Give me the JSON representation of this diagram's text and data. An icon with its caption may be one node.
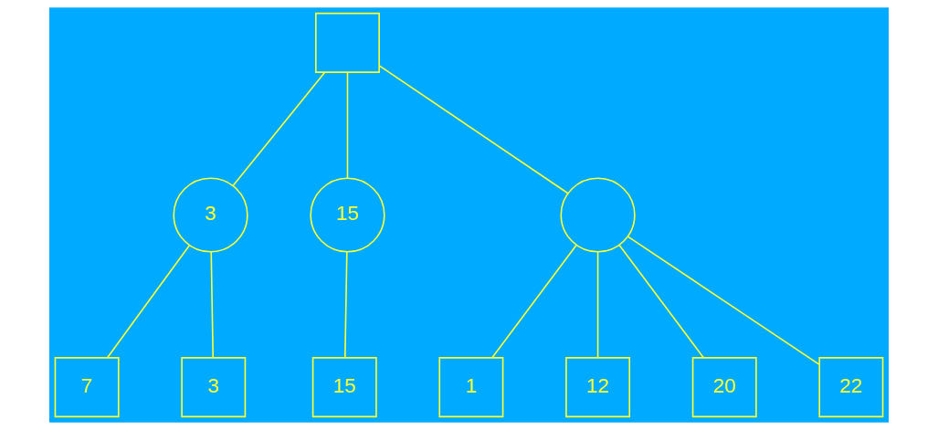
{
  "diagram": {
    "nodes": [
      {
        "text": [],
        "shape": "box"
      },
      {
        "text": [
          "3"
        ]
      },
      {
        "text": [
          "15"
        ]
      },
      {
        "text": [],
        "shape": "circle"
      },
      {
        "text": [
          "7"
        ]
      },
      {
        "text": [
          "3"
        ]
      },
      {
        "text": [
          "15"
        ]
      },
      {
        "text": [
          "1"
        ]
      },
      {
        "text": [
          "12"
        ]
      },
      {
        "text": [
          "20"
        ]
      },
      {
        "text": [
          "22"
        ]
      }
    ],
    "edges": [
      {
        "from": 0,
        "to": 1,
        "arrow": "none"
      },
      {
        "from": 0,
        "to": 2,
        "arrow": "none"
      },
      {
        "from": 0,
        "to": 3,
        "arrow": "none"
      },
      {
        "from": 1,
        "to": 4,
        "arrow": "none"
      },
      {
        "from": 1,
        "to": 5,
        "arrow": "none"
      },
      {
        "from": 2,
        "to": 6,
        "arrow": "none"
      },
      {
        "from": 3,
        "to": 7,
        "arrow": "none"
      },
      {
        "from": 3,
        "to": 8,
        "arrow": "none"
      },
      {
        "from": 3,
        "to": 9,
        "arrow": "none"
      },
      {
        "from": 3,
        "to": 10,
        "arrow": "none"
      }
    ]
  }
}
